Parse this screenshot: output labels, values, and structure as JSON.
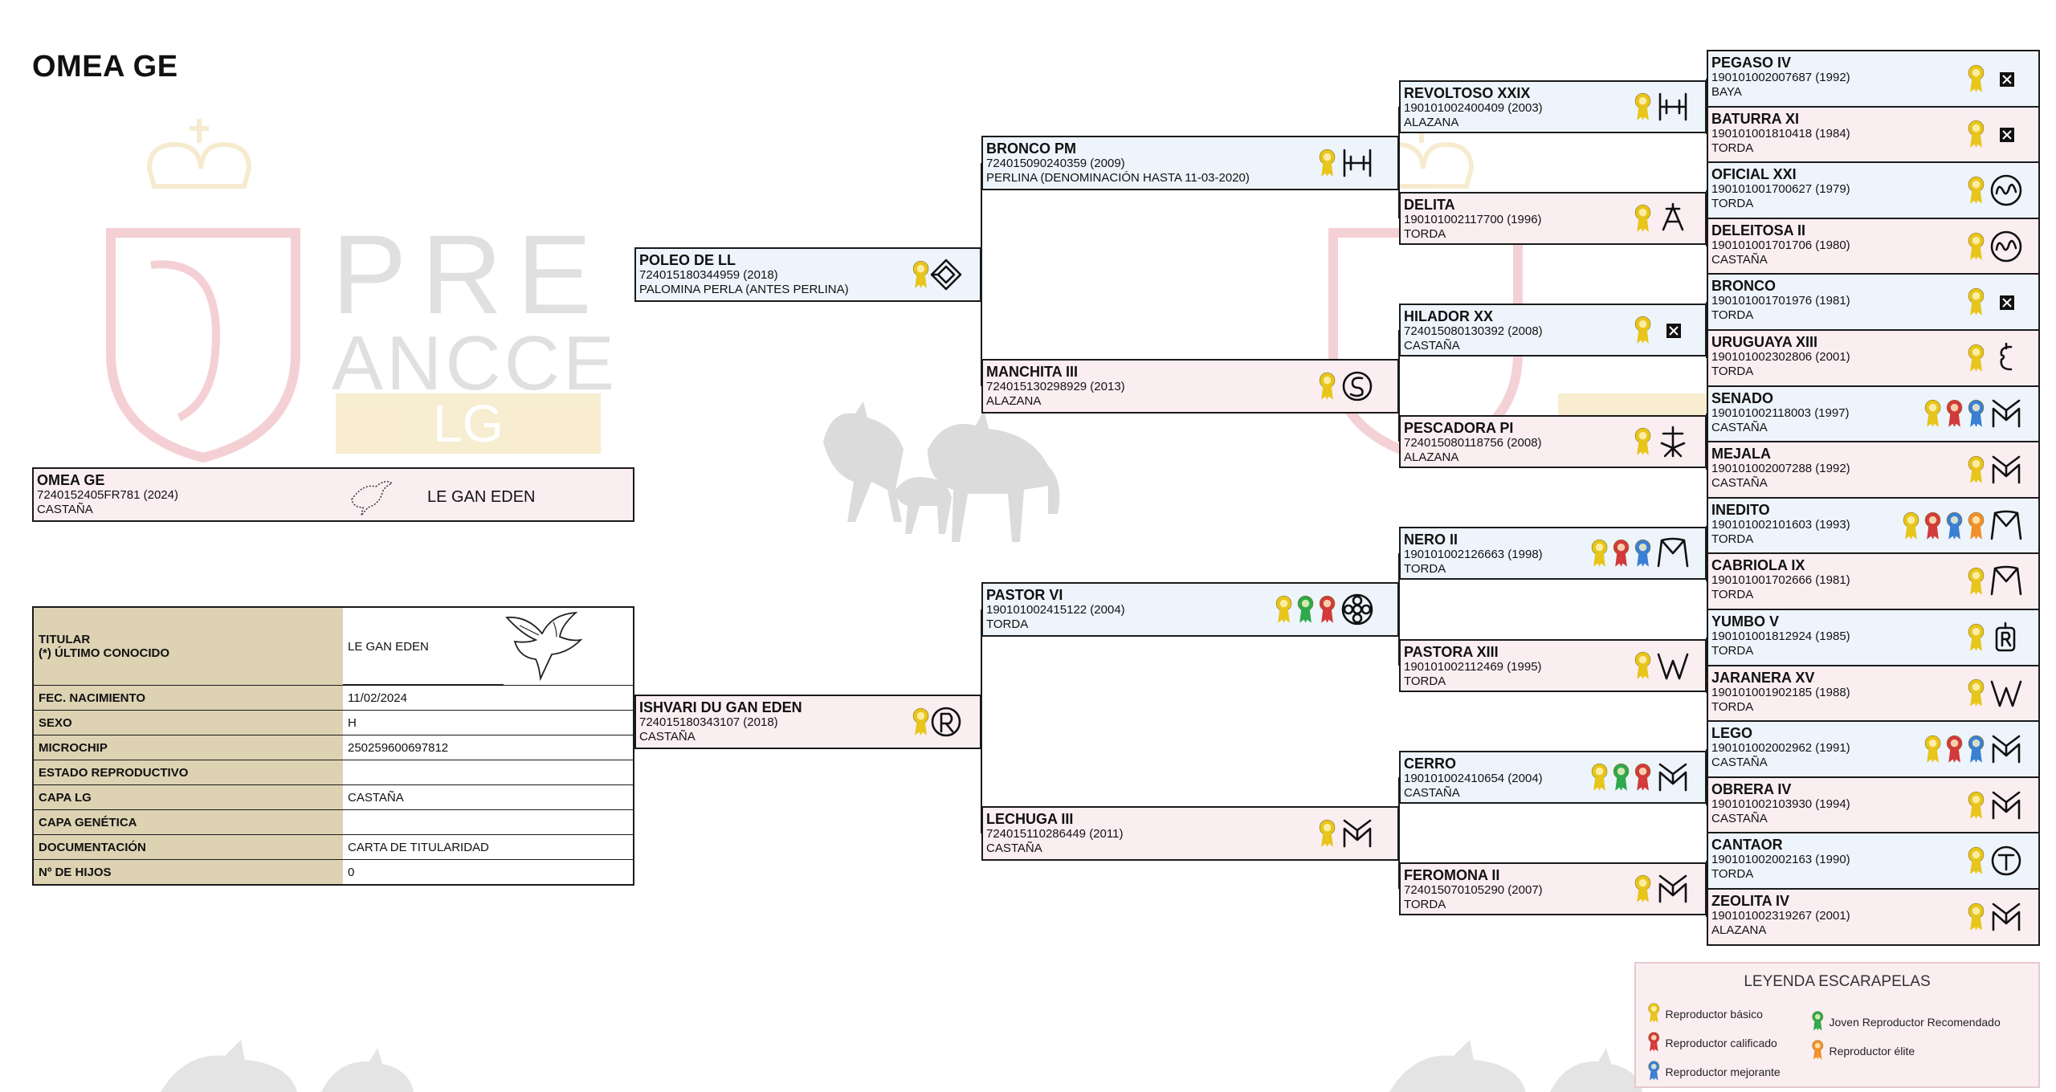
{
  "page": {
    "title": "OMEA GE"
  },
  "watermark": {
    "line1": "PRE",
    "line2": "ANCCE",
    "line3": "LG"
  },
  "subject": {
    "name": "OMEA GE",
    "reg": "7240152405FR781 (2024)",
    "coat": "CASTAÑA",
    "owner": "LE GAN EDEN"
  },
  "info": [
    {
      "label": "TITULAR\n(*) ÚLTIMO CONOCIDO",
      "value": "LE GAN EDEN"
    },
    {
      "label": "FEC. NACIMIENTO",
      "value": "11/02/2024"
    },
    {
      "label": "SEXO",
      "value": "H"
    },
    {
      "label": "MICROCHIP",
      "value": "250259600697812"
    },
    {
      "label": "ESTADO REPRODUCTIVO",
      "value": ""
    },
    {
      "label": "CAPA LG",
      "value": "CASTAÑA"
    },
    {
      "label": "CAPA GENÉTICA",
      "value": ""
    },
    {
      "label": "DOCUMENTACIÓN",
      "value": "CARTA DE TITULARIDAD"
    },
    {
      "label": "Nº DE HIJOS",
      "value": "0"
    }
  ],
  "gen1": [
    {
      "name": "POLEO DE LL",
      "reg": "724015180344959 (2018)",
      "coat": "PALOMINA PERLA (ANTES PERLINA)",
      "rosettes": [
        "yellow"
      ],
      "brand": "diamond-brand-icon"
    },
    {
      "name": "ISHVARI DU GAN EDEN",
      "reg": "724015180343107 (2018)",
      "coat": "CASTAÑA",
      "rosettes": [
        "yellow"
      ],
      "brand": "circle-r-brand-icon"
    }
  ],
  "gen2": [
    {
      "name": "BRONCO PM",
      "reg": "724015090240359 (2009)",
      "coat": "PERLINA (DENOMINACIÓN HASTA 11-03-2020)",
      "rosettes": [
        "yellow"
      ],
      "brand": "h-brand-icon"
    },
    {
      "name": "MANCHITA III",
      "reg": "724015130298929 (2013)",
      "coat": "ALAZANA",
      "rosettes": [
        "yellow"
      ],
      "brand": "circle-s-brand-icon"
    },
    {
      "name": "PASTOR VI",
      "reg": "190101002415122 (2004)",
      "coat": "TORDA",
      "rosettes": [
        "yellow",
        "green",
        "red"
      ],
      "brand": "flower-brand-icon"
    },
    {
      "name": "LECHUGA III",
      "reg": "724015110286449 (2011)",
      "coat": "CASTAÑA",
      "rosettes": [
        "yellow"
      ],
      "brand": "ym-brand-icon"
    }
  ],
  "gen3": [
    {
      "name": "REVOLTOSO XXIX",
      "reg": "190101002400409 (2003)",
      "coat": "ALAZANA",
      "rosettes": [
        "yellow"
      ],
      "brand": "h-brand-icon"
    },
    {
      "name": "DELITA",
      "reg": "190101002117700 (1996)",
      "coat": "TORDA",
      "rosettes": [
        "yellow"
      ],
      "brand": "a-brand-icon"
    },
    {
      "name": "HILADOR XX",
      "reg": "724015080130392 (2008)",
      "coat": "CASTAÑA",
      "rosettes": [
        "yellow"
      ],
      "brand": "square-x-brand-icon"
    },
    {
      "name": "PESCADORA PI",
      "reg": "724015080118756 (2008)",
      "coat": "ALAZANA",
      "rosettes": [
        "yellow"
      ],
      "brand": "anchor-brand-icon"
    },
    {
      "name": "NERO II",
      "reg": "190101002126663 (1998)",
      "coat": "TORDA",
      "rosettes": [
        "yellow",
        "red",
        "blue"
      ],
      "brand": "m-brand-icon"
    },
    {
      "name": "PASTORA XIII",
      "reg": "190101002112469 (1995)",
      "coat": "TORDA",
      "rosettes": [
        "yellow"
      ],
      "brand": "w-brand-icon"
    },
    {
      "name": "CERRO",
      "reg": "190101002410654 (2004)",
      "coat": "CASTAÑA",
      "rosettes": [
        "yellow",
        "green",
        "red"
      ],
      "brand": "ym-brand-icon"
    },
    {
      "name": "FEROMONA II",
      "reg": "724015070105290 (2007)",
      "coat": "TORDA",
      "rosettes": [
        "yellow"
      ],
      "brand": "ym-brand-icon"
    }
  ],
  "gen4": [
    {
      "name": "PEGASO IV",
      "reg": "190101002007687 (1992)",
      "coat": "BAYA",
      "rosettes": [
        "yellow"
      ],
      "brand": "square-x-brand-icon"
    },
    {
      "name": "BATURRA XI",
      "reg": "190101001810418 (1984)",
      "coat": "TORDA",
      "rosettes": [
        "yellow"
      ],
      "brand": "square-x-brand-icon"
    },
    {
      "name": "OFICIAL XXI",
      "reg": "190101001700627 (1979)",
      "coat": "TORDA",
      "rosettes": [
        "yellow"
      ],
      "brand": "swirl-brand-icon"
    },
    {
      "name": "DELEITOSA II",
      "reg": "190101001701706 (1980)",
      "coat": "CASTAÑA",
      "rosettes": [
        "yellow"
      ],
      "brand": "swirl-brand-icon"
    },
    {
      "name": "BRONCO",
      "reg": "190101001701976 (1981)",
      "coat": "TORDA",
      "rosettes": [
        "yellow"
      ],
      "brand": "square-x-brand-icon"
    },
    {
      "name": "URUGUAYA XIII",
      "reg": "190101002302806 (2001)",
      "coat": "TORDA",
      "rosettes": [
        "yellow"
      ],
      "brand": "e-brand-icon"
    },
    {
      "name": "SENADO",
      "reg": "190101002118003 (1997)",
      "coat": "CASTAÑA",
      "rosettes": [
        "yellow",
        "red",
        "blue"
      ],
      "brand": "ym-brand-icon"
    },
    {
      "name": "MEJALA",
      "reg": "190101002007288 (1992)",
      "coat": "CASTAÑA",
      "rosettes": [
        "yellow"
      ],
      "brand": "ym-brand-icon"
    },
    {
      "name": "INEDITO",
      "reg": "190101002101603 (1993)",
      "coat": "TORDA",
      "rosettes": [
        "yellow",
        "red",
        "blue",
        "orange"
      ],
      "brand": "m-brand-icon"
    },
    {
      "name": "CABRIOLA IX",
      "reg": "190101001702666 (1981)",
      "coat": "TORDA",
      "rosettes": [
        "yellow"
      ],
      "brand": "m-brand-icon"
    },
    {
      "name": "YUMBO V",
      "reg": "190101001812924 (1985)",
      "coat": "TORDA",
      "rosettes": [
        "yellow"
      ],
      "brand": "r-brand-icon"
    },
    {
      "name": "JARANERA XV",
      "reg": "190101001902185 (1988)",
      "coat": "TORDA",
      "rosettes": [
        "yellow"
      ],
      "brand": "w-brand-icon"
    },
    {
      "name": "LEGO",
      "reg": "190101002002962 (1991)",
      "coat": "CASTAÑA",
      "rosettes": [
        "yellow",
        "red",
        "blue"
      ],
      "brand": "ym-brand-icon"
    },
    {
      "name": "OBRERA IV",
      "reg": "190101002103930 (1994)",
      "coat": "CASTAÑA",
      "rosettes": [
        "yellow"
      ],
      "brand": "ym-brand-icon"
    },
    {
      "name": "CANTAOR",
      "reg": "190101002002163 (1990)",
      "coat": "TORDA",
      "rosettes": [
        "yellow"
      ],
      "brand": "circle-t-brand-icon"
    },
    {
      "name": "ZEOLITA IV",
      "reg": "190101002319267 (2001)",
      "coat": "ALAZANA",
      "rosettes": [
        "yellow"
      ],
      "brand": "ym-brand-icon"
    }
  ],
  "legend": {
    "title": "LEYENDA ESCARAPELAS",
    "items": [
      {
        "color": "yellow",
        "label": "Reproductor básico"
      },
      {
        "color": "red",
        "label": "Reproductor calificado"
      },
      {
        "color": "blue",
        "label": "Reproductor mejorante"
      },
      {
        "color": "green",
        "label": "Joven Reproductor Recomendado"
      },
      {
        "color": "orange",
        "label": "Reproductor élite"
      }
    ]
  },
  "colors": {
    "yellow": "#e8c51a",
    "red": "#d23a3a",
    "blue": "#3a7fd2",
    "green": "#2ea84a",
    "orange": "#f0902a",
    "male_bg": "#eef4fb",
    "female_bg": "#fbeef1",
    "label_bg": "#ddd3b3"
  }
}
